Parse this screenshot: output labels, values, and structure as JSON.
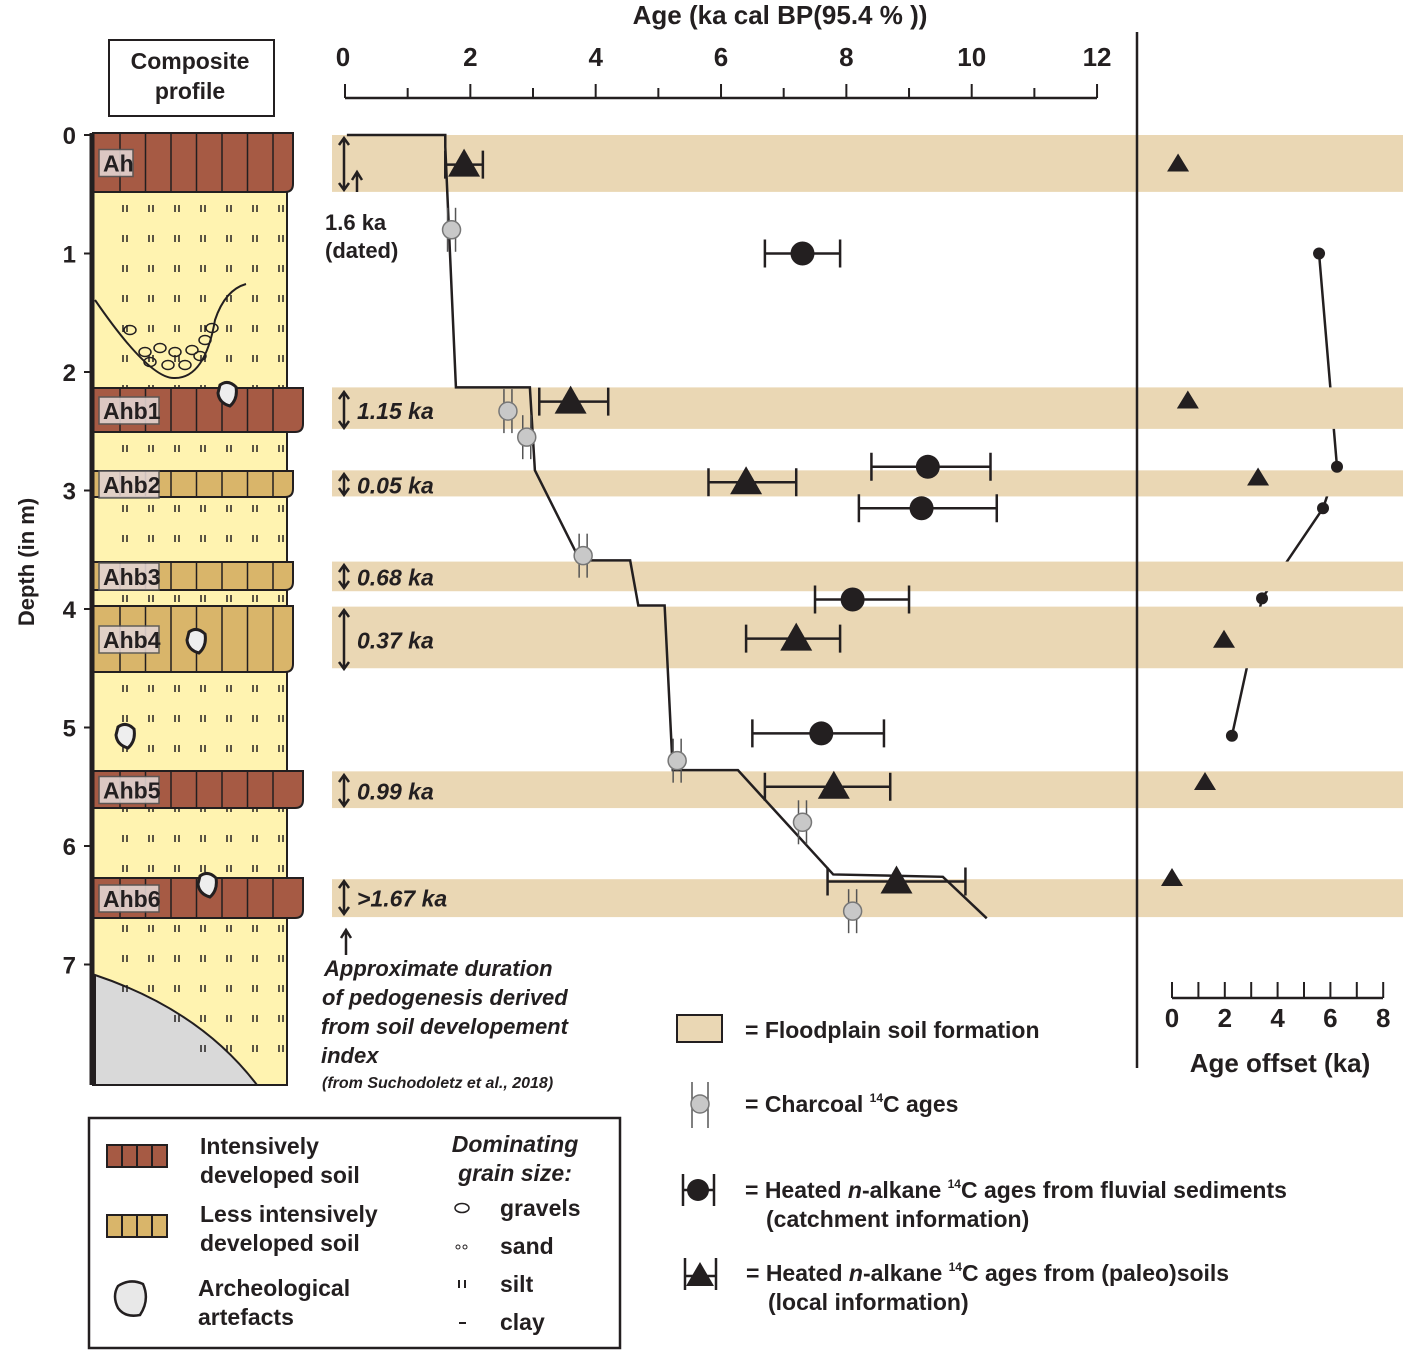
{
  "chart_data": {
    "type": "scatter",
    "title": "Age (ka cal BP(95.4 % ))",
    "xlabel": "Age (ka cal BP(95.4 % ))",
    "ylabel": "Depth (in m)",
    "xlim": [
      0,
      12
    ],
    "ylim": [
      0,
      8
    ],
    "x_ticks": [
      "0",
      "2",
      "4",
      "6",
      "8",
      "10",
      "12"
    ],
    "y_ticks": [
      "0",
      "1",
      "2",
      "3",
      "4",
      "5",
      "6",
      "7"
    ],
    "soil_bands_depth_m": [
      [
        0,
        0.48
      ],
      [
        2.13,
        2.48
      ],
      [
        2.83,
        3.05
      ],
      [
        3.6,
        3.85
      ],
      [
        3.98,
        4.5
      ],
      [
        5.37,
        5.68
      ],
      [
        6.28,
        6.6
      ]
    ],
    "age_depth_model": {
      "x": [
        0.03,
        1.6,
        1.6,
        1.77,
        2.95,
        3.03,
        3.75,
        4.55,
        4.68,
        5.1,
        5.23,
        6.27,
        7.79,
        9.54,
        10.24
      ],
      "y": [
        0,
        0,
        0.1,
        2.13,
        2.13,
        2.83,
        3.59,
        3.59,
        3.97,
        3.97,
        5.36,
        5.36,
        6.24,
        6.26,
        6.61
      ]
    },
    "series": [
      {
        "name": "Charcoal 14C ages",
        "marker": "gray-circle",
        "points": [
          {
            "age": 1.7,
            "depth": 0.8
          },
          {
            "age": 2.6,
            "depth": 2.33
          },
          {
            "age": 2.9,
            "depth": 2.55
          },
          {
            "age": 3.8,
            "depth": 3.55
          },
          {
            "age": 5.3,
            "depth": 5.28
          },
          {
            "age": 7.3,
            "depth": 5.8
          },
          {
            "age": 8.1,
            "depth": 6.55
          }
        ]
      },
      {
        "name": "Heated n-alkane 14C ages from fluvial sediments",
        "marker": "circle",
        "points": [
          {
            "age": 7.3,
            "depth": 1.0,
            "min": 6.7,
            "max": 7.9
          },
          {
            "age": 9.3,
            "depth": 2.8,
            "min": 8.4,
            "max": 10.3
          },
          {
            "age": 9.2,
            "depth": 3.15,
            "min": 8.2,
            "max": 10.4
          },
          {
            "age": 8.1,
            "depth": 3.92,
            "min": 7.5,
            "max": 9.0
          },
          {
            "age": 7.6,
            "depth": 5.05,
            "min": 6.5,
            "max": 8.6
          }
        ]
      },
      {
        "name": "Heated n-alkane 14C ages from (paleo)soils",
        "marker": "triangle",
        "points": [
          {
            "age": 1.9,
            "depth": 0.25,
            "min": 1.6,
            "max": 2.2
          },
          {
            "age": 3.6,
            "depth": 2.25,
            "min": 3.1,
            "max": 4.2
          },
          {
            "age": 6.4,
            "depth": 2.93,
            "min": 5.8,
            "max": 7.2
          },
          {
            "age": 7.2,
            "depth": 4.25,
            "min": 6.4,
            "max": 7.9
          },
          {
            "age": 7.8,
            "depth": 5.5,
            "min": 6.7,
            "max": 8.7
          },
          {
            "age": 8.8,
            "depth": 6.3,
            "min": 7.7,
            "max": 9.9
          }
        ]
      }
    ],
    "offset_panel": {
      "xlabel": "Age offset (ka)",
      "xlim": [
        0,
        8
      ],
      "x_ticks": [
        "0",
        "2",
        "4",
        "6",
        "8"
      ],
      "triangles": [
        {
          "offset": 0.23,
          "depth": 0.24
        },
        {
          "offset": 0.6,
          "depth": 2.24
        },
        {
          "offset": 3.26,
          "depth": 2.89
        },
        {
          "offset": 1.97,
          "depth": 4.26
        },
        {
          "offset": 1.25,
          "depth": 5.46
        },
        {
          "offset": 0.0,
          "depth": 6.27
        }
      ],
      "circles": [
        {
          "offset": 5.57,
          "depth": 1.0
        },
        {
          "offset": 6.25,
          "depth": 2.8
        },
        {
          "offset": 5.72,
          "depth": 3.15
        },
        {
          "offset": 3.41,
          "depth": 3.91
        },
        {
          "offset": 2.27,
          "depth": 5.07
        }
      ]
    }
  },
  "profile": {
    "title_line1": "Composite",
    "title_line2": "profile",
    "horizons": [
      "Ah",
      "Ahb1",
      "Ahb2",
      "Ahb3",
      "Ahb4",
      "Ahb5",
      "Ahb6"
    ]
  },
  "durations": {
    "ah_value": "1.6 ka",
    "ah_note": "(dated)",
    "items": [
      "1.15 ka",
      "0.05 ka",
      "0.68 ka",
      "0.37 ka",
      "0.99 ka",
      ">1.67 ka"
    ],
    "caption": [
      "Approximate duration",
      "of pedogenesis derived",
      "from soil developement",
      "index"
    ],
    "source": "(from Suchodoletz et al., 2018)"
  },
  "legend_right": {
    "floodplain": "= Floodplain soil formation",
    "charcoal_pre": "= Charcoal ",
    "charcoal_sup": "14",
    "charcoal_post": "C ages",
    "fluvial_pre": "= Heated ",
    "fluvial_n": "n",
    "fluvial_mid": "-alkane ",
    "fluvial_sup": "14",
    "fluvial_post": "C ages from fluvial sediments",
    "fluvial_line2": "(catchment information)",
    "soil_pre": "= Heated ",
    "soil_n": "n",
    "soil_mid": "-alkane ",
    "soil_sup": "14",
    "soil_post": "C ages from (paleo)soils",
    "soil_line2": "(local information)"
  },
  "legend_left": {
    "intensive": [
      "Intensively",
      "developed soil"
    ],
    "less": [
      "Less intensively",
      "developed soil"
    ],
    "artefacts": [
      "Archeological",
      "artefacts"
    ],
    "grain_title": [
      "Dominating",
      "grain size:"
    ],
    "grains": [
      "gravels",
      "sand",
      "silt",
      "clay"
    ]
  },
  "colors": {
    "soil_strong": "#a65a44",
    "soil_weak": "#d9b56a",
    "silt": "#fff3b0",
    "band": "#ead7b4",
    "gray": "#c8c8c8",
    "ink": "#231f20"
  }
}
